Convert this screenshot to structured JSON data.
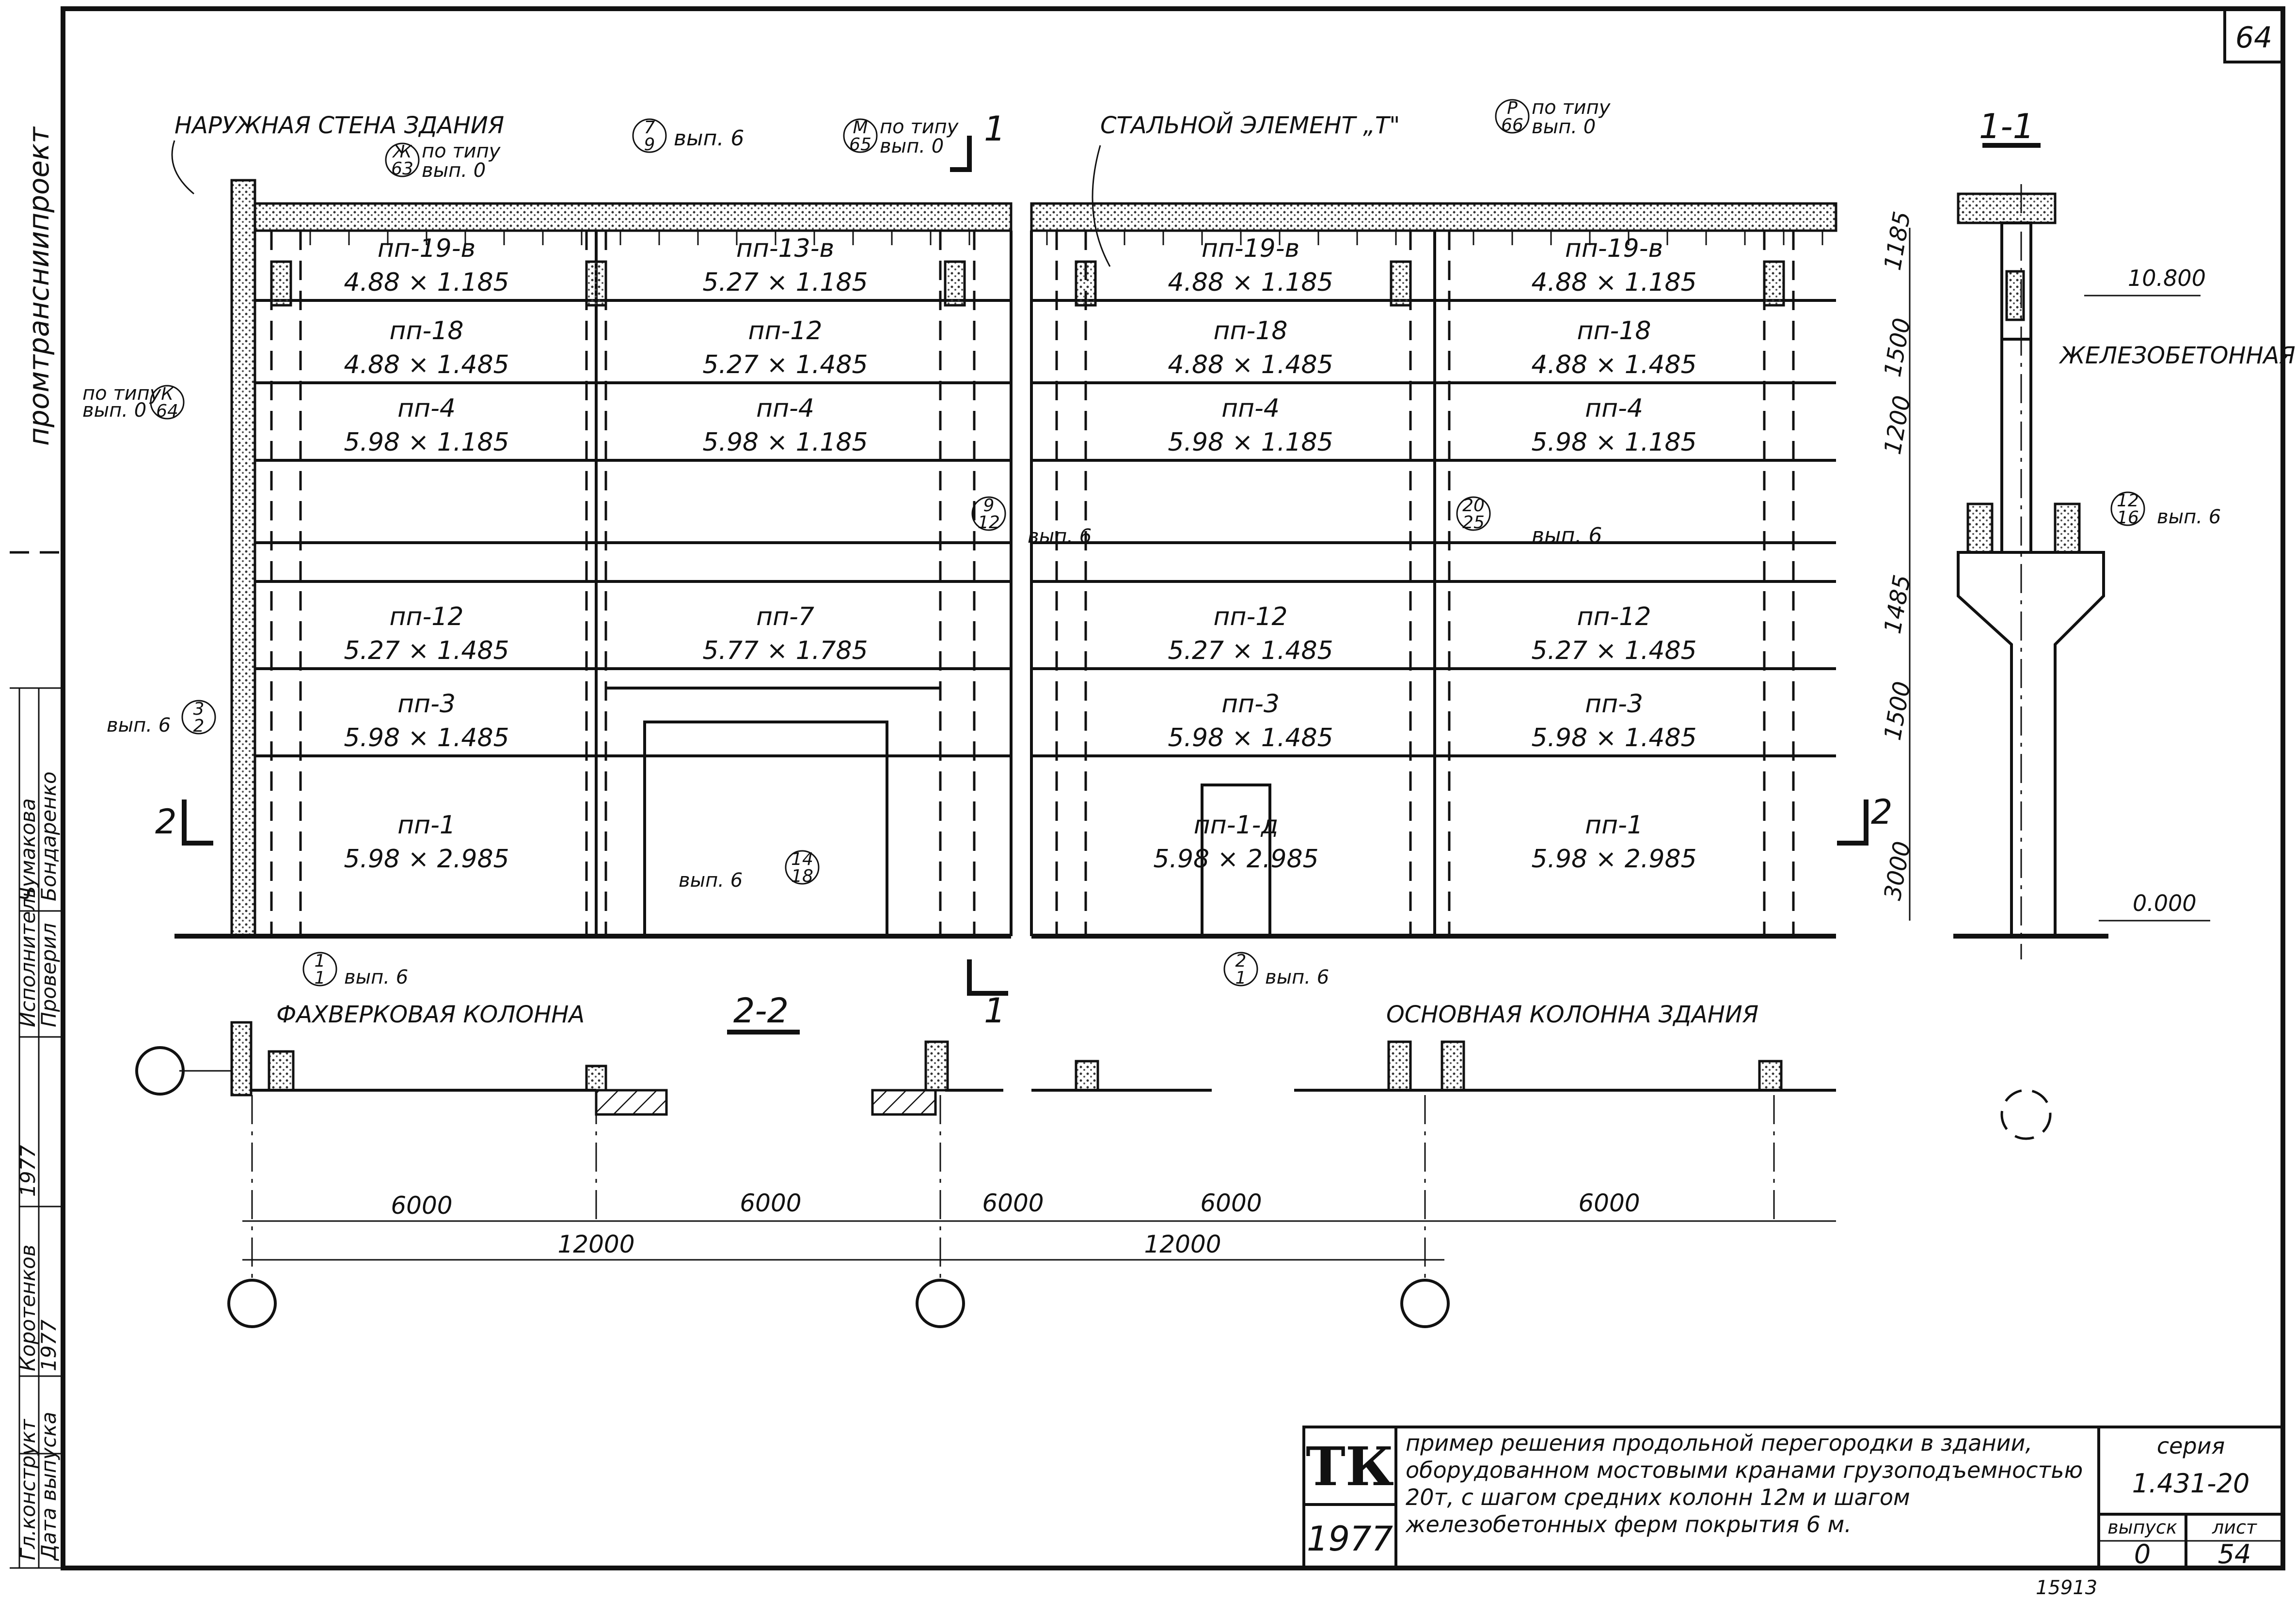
{
  "sheet": {
    "page_no": "64"
  },
  "sidebar": {
    "org": "промтрансниипроект",
    "rows": [
      {
        "role": "Гл.конструкт",
        "name": "Коротенков",
        "date": ""
      },
      {
        "role": "Исполнитель",
        "name": "Бондаренко",
        "date": "1977"
      },
      {
        "role": "Проверил",
        "name": "Чумакова",
        "date": ""
      }
    ],
    "release_label": "Дата выпуска",
    "release_value": "1977"
  },
  "labels": {
    "outer_wall": "НАРУЖНАЯ СТЕНА ЗДАНИЯ",
    "steel_element": "СТАЛЬНОЙ ЭЛЕМЕНТ „Т\"",
    "rc_truss": "ЖЕЛЕЗОБЕТОННАЯ ФЕРМА ПОКРЫТИЯ",
    "wind_column": "ФАХВЕРКОВАЯ КОЛОННА",
    "main_column": "ОСНОВНАЯ КОЛОННА ЗДАНИЯ",
    "section_11": "1-1",
    "section_22": "2-2",
    "cut_mark_1": "1",
    "cut_mark_2": "2",
    "level_top": "10.800",
    "level_zero": "0.000"
  },
  "callouts": [
    {
      "top": "Ж",
      "bottom": "63",
      "text": "по типу",
      "text2": "вып. 0"
    },
    {
      "top": "7",
      "bottom": "9",
      "text": "вып. 6"
    },
    {
      "top": "М",
      "bottom": "65",
      "text": "по типу",
      "text2": "вып. 0"
    },
    {
      "top": "Р",
      "bottom": "66",
      "text": "по типу",
      "text2": "вып. 0"
    },
    {
      "top": "К",
      "bottom": "64",
      "text": "по типу",
      "text2": "вып. 0"
    },
    {
      "top": "9",
      "bottom": "12",
      "text": "вып. 6"
    },
    {
      "top": "20",
      "bottom": "25",
      "text": "вып. 6"
    },
    {
      "top": "12",
      "bottom": "16",
      "text": "вып. 6"
    },
    {
      "top": "3",
      "bottom": "2",
      "text": "вып. 6"
    },
    {
      "top": "14",
      "bottom": "18",
      "text": "вып. 6"
    },
    {
      "top": "1",
      "bottom": "1",
      "text": "вып. 6"
    },
    {
      "top": "2",
      "bottom": "1",
      "text": "вып. 6"
    }
  ],
  "panels": [
    {
      "name": "пп-19-в",
      "size": "4.88 × 1.185"
    },
    {
      "name": "пп-13-в",
      "size": "5.27 × 1.185"
    },
    {
      "name": "пп-19-в",
      "size": "4.88 × 1.185"
    },
    {
      "name": "пп-19-в",
      "size": "4.88 × 1.185"
    },
    {
      "name": "пп-18",
      "size": "4.88 × 1.485"
    },
    {
      "name": "пп-12",
      "size": "5.27 × 1.485"
    },
    {
      "name": "пп-18",
      "size": "4.88 × 1.485"
    },
    {
      "name": "пп-18",
      "size": "4.88 × 1.485"
    },
    {
      "name": "пп-4",
      "size": "5.98 × 1.185"
    },
    {
      "name": "пп-4",
      "size": "5.98 × 1.185"
    },
    {
      "name": "пп-4",
      "size": "5.98 × 1.185"
    },
    {
      "name": "пп-4",
      "size": "5.98 × 1.185"
    },
    {
      "name": "пп-12",
      "size": "5.27 × 1.485"
    },
    {
      "name": "пп-7",
      "size": "5.77 × 1.785"
    },
    {
      "name": "пп-12",
      "size": "5.27 × 1.485"
    },
    {
      "name": "пп-12",
      "size": "5.27 × 1.485"
    },
    {
      "name": "пп-3",
      "size": "5.98 × 1.485"
    },
    {
      "name": "пп-3",
      "size": "5.98 × 1.485"
    },
    {
      "name": "пп-3",
      "size": "5.98 × 1.485"
    },
    {
      "name": "пп-1",
      "size": "5.98 × 2.985"
    },
    {
      "name": "пп-1-д",
      "size": "5.98 × 2.985"
    },
    {
      "name": "пп-1",
      "size": "5.98 × 2.985"
    }
  ],
  "vert_dims": [
    "1185",
    "1500",
    "1200",
    "1485",
    "1500",
    "3000"
  ],
  "dims": {
    "spans": [
      "6000",
      "6000",
      "6000",
      "6000",
      "6000"
    ],
    "totals": [
      "12000",
      "12000"
    ]
  },
  "title_block": {
    "logo": "ТК",
    "year": "1977",
    "description": "пример решения продольной перегородки в здании, оборудованном мостовыми кранами грузоподъемностью 20т, с шагом средних колонн 12м и шагом железобетонных ферм покрытия 6 м.",
    "series_label": "серия",
    "series_value": "1.431-20",
    "issue_label": "выпуск",
    "issue_value": "0",
    "sheet_label": "лист",
    "sheet_value": "54"
  },
  "footer": {
    "stamp": "15913"
  }
}
